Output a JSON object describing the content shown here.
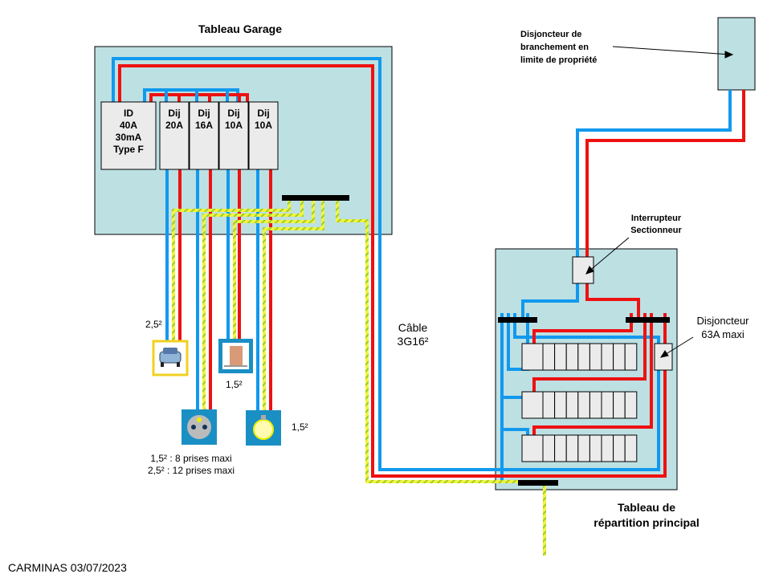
{
  "title_garage": "Tableau Garage",
  "garage_breakers": [
    {
      "lines": [
        "ID",
        "40A",
        "30mA",
        "Type F"
      ]
    },
    {
      "lines": [
        "Dij",
        "20A"
      ]
    },
    {
      "lines": [
        "Dij",
        "16A"
      ]
    },
    {
      "lines": [
        "Dij",
        "10A"
      ]
    },
    {
      "lines": [
        "Dij",
        "10A"
      ]
    }
  ],
  "branchement_label": [
    "Disjoncteur  de",
    "branchement en",
    "limite de propriété"
  ],
  "interrupteur_label": [
    "Interrupteur",
    "Sectionneur"
  ],
  "disjoncteur63_label": [
    "Disjoncteur",
    "63A maxi"
  ],
  "cable_label": [
    "Câble",
    "3G16²"
  ],
  "tableau_principal_label": [
    "Tableau de",
    "répartition principal"
  ],
  "section_car": "2,5²",
  "section_gate": "1,5²",
  "section_light": "1,5²",
  "prises_note": [
    "1,5² : 8 prises maxi",
    "2,5² : 12 prises maxi"
  ],
  "footer": "CARMINAS 03/07/2023",
  "colors": {
    "phase": "#ee1111",
    "neutral": "#1199ee",
    "earth_yellow": "#f4f43c",
    "earth_green": "#9acd32",
    "panel": "#bde0e3",
    "module": "#ebebeb",
    "device_bg": "#1a8fc4"
  }
}
